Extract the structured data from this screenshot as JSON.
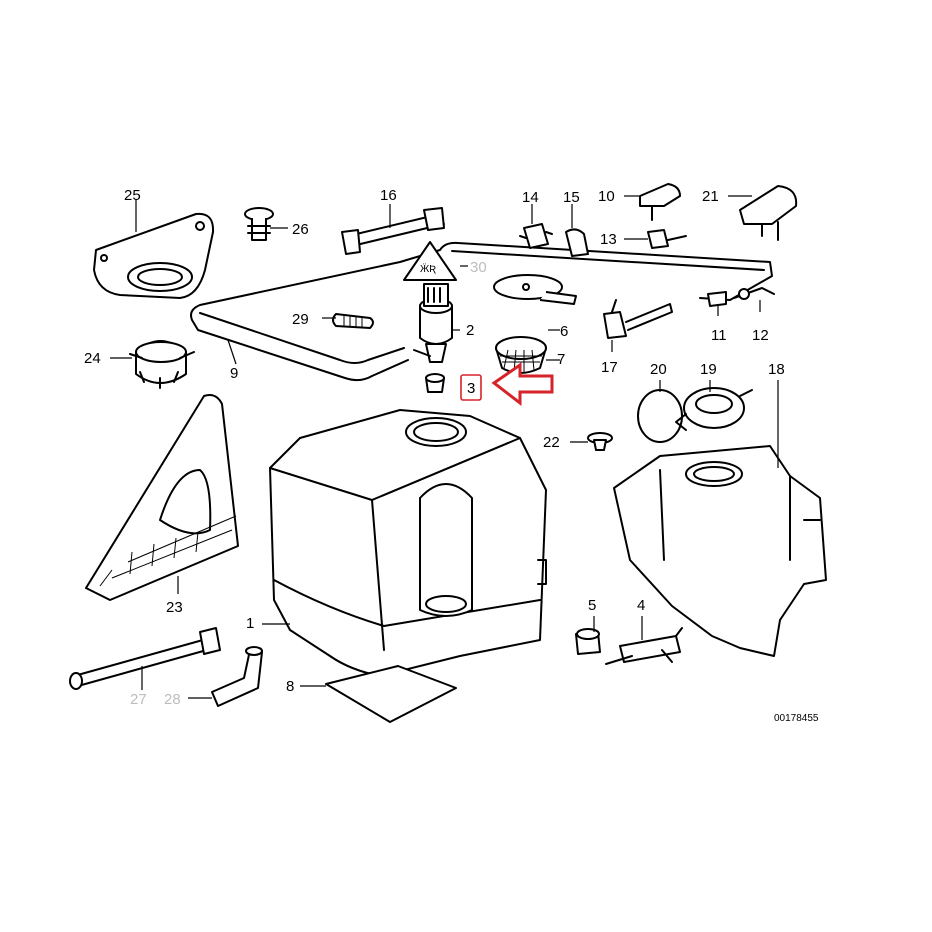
{
  "diagram": {
    "reference_number": "00178455",
    "highlighted_part": "3",
    "parts": [
      {
        "id": "p1",
        "label": "1"
      },
      {
        "id": "p2",
        "label": "2"
      },
      {
        "id": "p3",
        "label": "3"
      },
      {
        "id": "p4",
        "label": "4"
      },
      {
        "id": "p5",
        "label": "5"
      },
      {
        "id": "p6",
        "label": "6"
      },
      {
        "id": "p7",
        "label": "7"
      },
      {
        "id": "p8",
        "label": "8"
      },
      {
        "id": "p9",
        "label": "9"
      },
      {
        "id": "p10",
        "label": "10"
      },
      {
        "id": "p11",
        "label": "11"
      },
      {
        "id": "p12",
        "label": "12"
      },
      {
        "id": "p13",
        "label": "13"
      },
      {
        "id": "p14",
        "label": "14"
      },
      {
        "id": "p15",
        "label": "15"
      },
      {
        "id": "p16",
        "label": "16"
      },
      {
        "id": "p17",
        "label": "17"
      },
      {
        "id": "p18",
        "label": "18"
      },
      {
        "id": "p19",
        "label": "19"
      },
      {
        "id": "p20",
        "label": "20"
      },
      {
        "id": "p21",
        "label": "21"
      },
      {
        "id": "p22",
        "label": "22"
      },
      {
        "id": "p23",
        "label": "23"
      },
      {
        "id": "p24",
        "label": "24"
      },
      {
        "id": "p25",
        "label": "25"
      },
      {
        "id": "p26",
        "label": "26"
      },
      {
        "id": "p27",
        "label": "27",
        "greyed": true
      },
      {
        "id": "p28",
        "label": "28",
        "greyed": true
      },
      {
        "id": "p29",
        "label": "29"
      },
      {
        "id": "p30",
        "label": "30",
        "greyed": true
      }
    ]
  }
}
